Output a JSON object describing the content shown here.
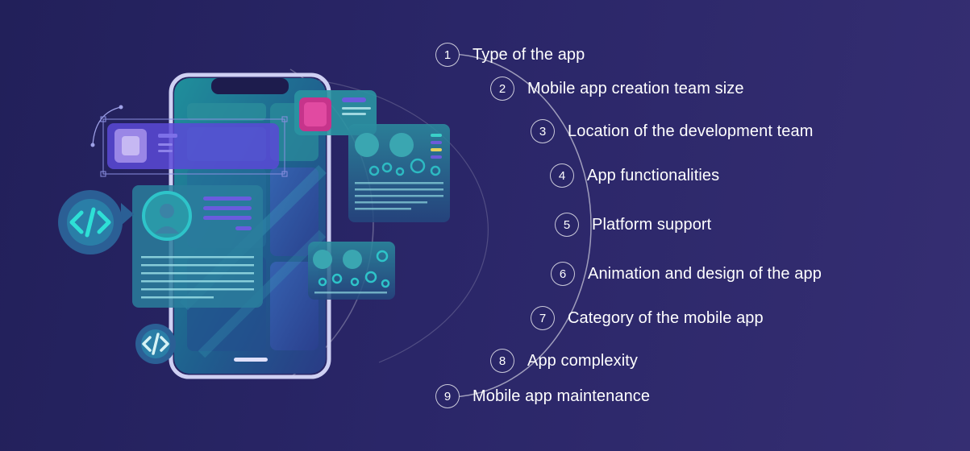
{
  "colors": {
    "background_start": "#22205a",
    "background_end": "#352e72",
    "accent_teal": "#2ec4c9",
    "accent_purple": "#6c5bd9",
    "accent_pink": "#c93a8f",
    "text": "#ffffff"
  },
  "illustration": {
    "icons": [
      "code-icon",
      "user-icon",
      "gear-icon"
    ]
  },
  "factors": [
    {
      "number": "1",
      "label": "Type of the app"
    },
    {
      "number": "2",
      "label": "Mobile app creation team size"
    },
    {
      "number": "3",
      "label": "Location of the development team"
    },
    {
      "number": "4",
      "label": "App functionalities"
    },
    {
      "number": "5",
      "label": "Platform support"
    },
    {
      "number": "6",
      "label": "Animation and design of the app"
    },
    {
      "number": "7",
      "label": "Category of the mobile app"
    },
    {
      "number": "8",
      "label": "App complexity"
    },
    {
      "number": "9",
      "label": "Mobile app maintenance"
    }
  ]
}
